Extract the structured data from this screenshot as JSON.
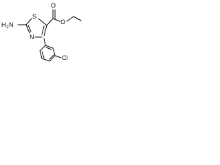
{
  "structure": {
    "atoms": {
      "amine_h": "H",
      "amine_sub": "2",
      "amine_n": "N",
      "ring_s": "S",
      "ring_n": "N",
      "carbonyl_o": "O",
      "ester_o": "O",
      "chlorine": "Cl"
    }
  },
  "colors": {
    "ink": "#000000",
    "background": "#ffffff"
  }
}
